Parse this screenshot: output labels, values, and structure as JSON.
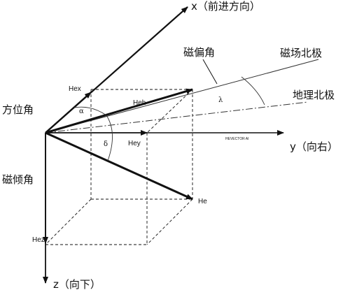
{
  "diagram": {
    "axes": {
      "x_label": "x（前进方向）",
      "y_label": "y（向右）",
      "z_label": "z（向下）"
    },
    "lines": {
      "magnetic_north_label": "磁场北极",
      "geographic_north_label": "地理北极"
    },
    "angles": {
      "declination_label": "磁偏角",
      "azimuth_label": "方位角",
      "inclination_label": "磁倾角",
      "alpha": "α",
      "delta": "δ",
      "lambda": "λ"
    },
    "vectors": {
      "hex": "Hex",
      "heh": "Heh",
      "hey": "Hey",
      "hez": "Hez",
      "he": "He"
    },
    "small_text": "HEVECTOR AI"
  }
}
